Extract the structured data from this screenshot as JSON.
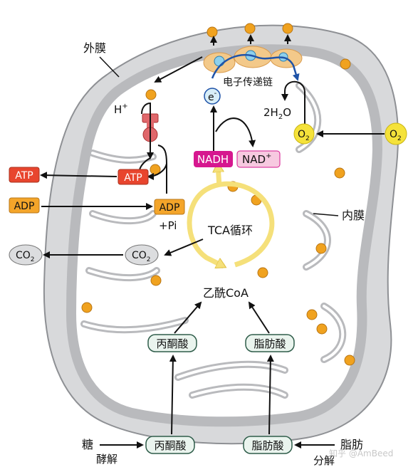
{
  "labels": {
    "outer_membrane": "外膜",
    "inner_membrane": "内膜",
    "etc": "电子传递链",
    "h_plus_base": "H",
    "plus": "+",
    "electron_base": "e",
    "minus": "-",
    "water_pre": "2H",
    "water_sub": "2",
    "water_post": "O",
    "o2_base": "O",
    "o2_sub": "2",
    "nadh": "NADH",
    "nad_base": "NAD",
    "atp": "ATP",
    "adp": "ADP",
    "pi": "+Pi",
    "co2_base": "CO",
    "co2_sub": "2",
    "tca": "TCA循环",
    "acetyl_coa": "乙酰CoA",
    "pyruvate": "丙酮酸",
    "fatty_acid": "脂肪酸",
    "sugar": "糖",
    "glycolysis": "酵解",
    "fat": "脂肪",
    "decomposition": "分解",
    "watermark": "知乎 @AmBeed"
  },
  "colors": {
    "membrane": "#bfc0c3",
    "membrane_edge": "#8e9094",
    "granule": "#f0a21f",
    "atp_fill": "#e8452e",
    "adp_fill": "#f4a52a",
    "nadh_fill": "#d6178f",
    "nad_fill": "#f7c9e0",
    "o2_fill": "#f5e23a",
    "co2_fill": "#dcdddf",
    "tca_ring": "#f5e07a",
    "etc_protein": "#f3c98a",
    "etc_bead": "#8ed0ec",
    "etc_chain": "#1f53a8",
    "atp_synthase": "#e0676b"
  }
}
